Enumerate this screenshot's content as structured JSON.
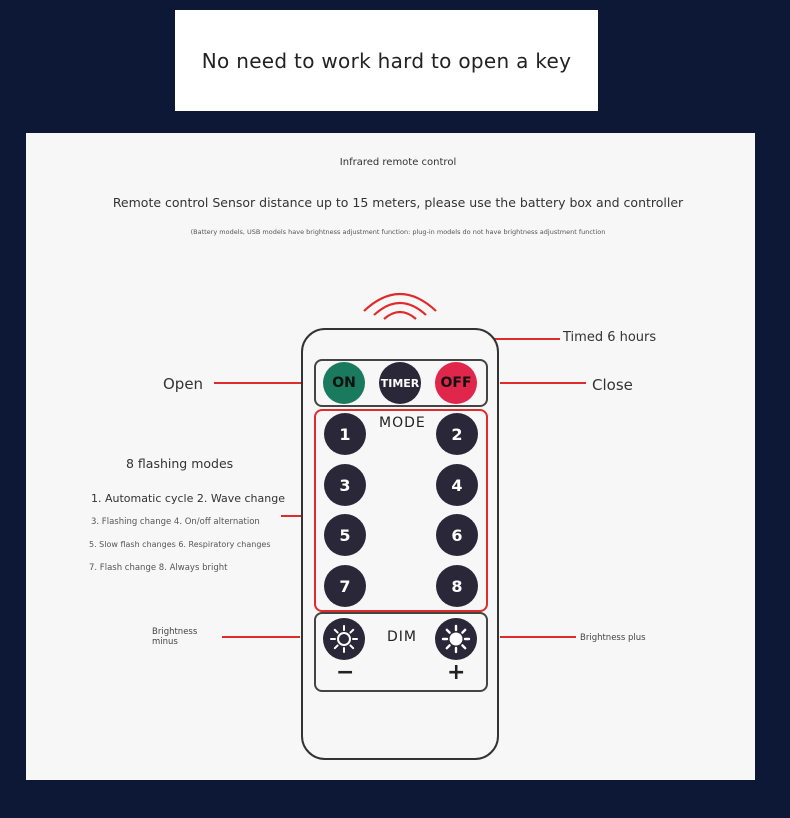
{
  "banner": {
    "text": "No need to work hard to open a key"
  },
  "header": {
    "title": "Infrared remote control",
    "subtitle": "Remote control Sensor distance up to 15 meters, please use the battery box and controller",
    "note": "(Battery models, USB models have brightness adjustment function: plug-in models do not have brightness adjustment function"
  },
  "labels": {
    "timed": "Timed 6 hours",
    "open": "Open",
    "close": "Close",
    "modes_title": "8 flashing modes",
    "modes": [
      "1. Automatic cycle 2. Wave change",
      "3. Flashing change 4. On/off alternation",
      "5. Slow flash changes 6. Respiratory changes",
      "7. Flash change 8. Always bright"
    ],
    "brightness_minus": [
      "Brightness",
      "minus"
    ],
    "brightness_plus": "Brightness plus"
  },
  "remote": {
    "on": "ON",
    "timer": "TIMER",
    "off": "OFF",
    "mode": "MODE",
    "numbers": [
      "1",
      "2",
      "3",
      "4",
      "5",
      "6",
      "7",
      "8"
    ],
    "dim": "DIM",
    "minus": "−",
    "plus": "+"
  },
  "colors": {
    "on": "#1a7a5e",
    "timer": "#2a2838",
    "off": "#e0264a",
    "accent": "#e02b2b",
    "background": "#0c1835"
  }
}
